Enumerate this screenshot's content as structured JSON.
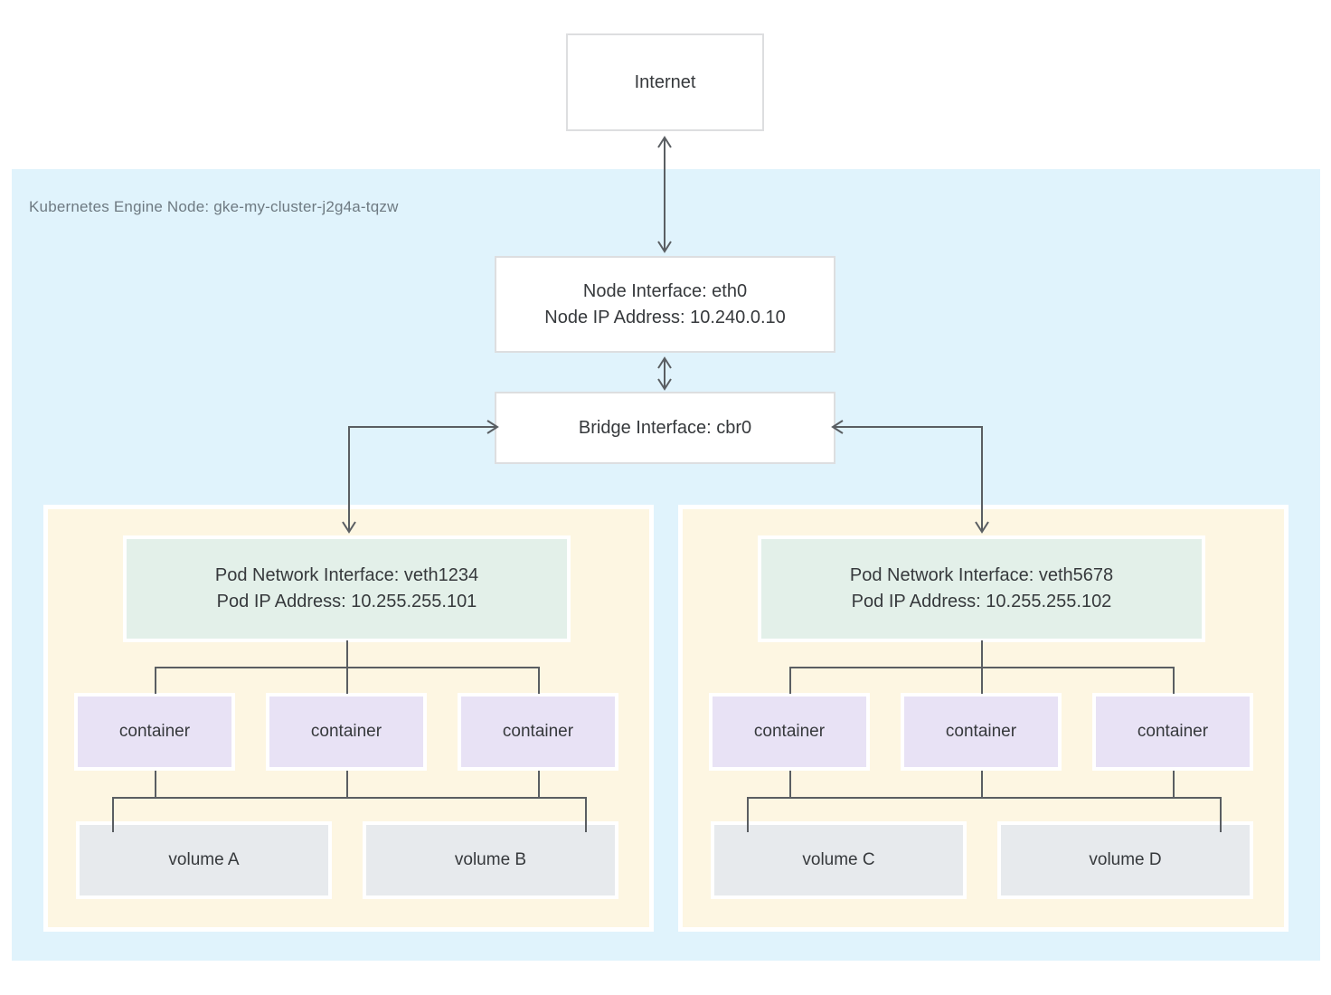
{
  "diagram": {
    "internet_label": "Internet",
    "node": {
      "label": "Kubernetes Engine Node: gke-my-cluster-j2g4a-tqzw",
      "interface_line1": "Node Interface: eth0",
      "interface_line2": "Node IP Address: 10.240.0.10",
      "bridge_label": "Bridge Interface: cbr0"
    },
    "pods": [
      {
        "interface_line1": "Pod Network Interface: veth1234",
        "interface_line2": "Pod IP Address: 10.255.255.101",
        "containers": [
          "container",
          "container",
          "container"
        ],
        "volumes": [
          "volume A",
          "volume B"
        ]
      },
      {
        "interface_line1": "Pod Network Interface: veth5678",
        "interface_line2": "Pod IP Address: 10.255.255.102",
        "containers": [
          "container",
          "container",
          "container"
        ],
        "volumes": [
          "volume C",
          "volume D"
        ]
      }
    ],
    "colors": {
      "node_region_bg": "#e0f3fc",
      "pod_bg": "#fdf6e2",
      "pod_interface_bg": "#e3f0e9",
      "container_bg": "#e8e2f5",
      "volume_bg": "#e7eaed",
      "white_box_border": "#dddee0",
      "connector_line": "#5a5e62",
      "text": "#36393c",
      "node_label_text": "#6e7a82"
    }
  }
}
